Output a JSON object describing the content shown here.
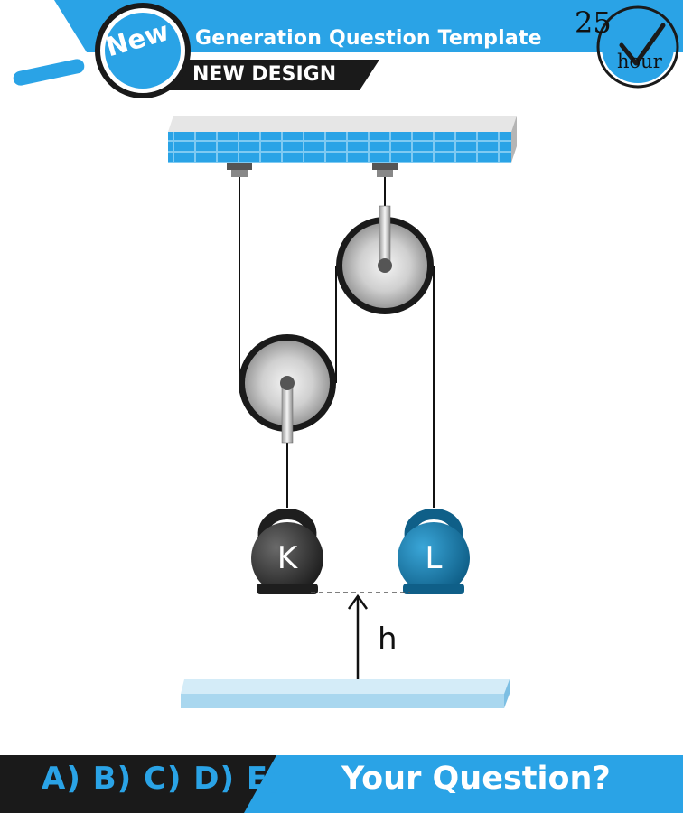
{
  "header": {
    "badge": "New",
    "title": "Generation Question Template",
    "subtitle": "NEW DESIGN",
    "clock_number": "25",
    "clock_unit": "hour"
  },
  "diagram": {
    "weight_left": "K",
    "weight_right": "L",
    "height_label": "h"
  },
  "footer": {
    "answers": "A) B) C) D) E)",
    "question": "Your Question?"
  },
  "colors": {
    "brand_blue": "#2aa3e6",
    "dark": "#1a1a1a",
    "weight_k": "#3a3a3a",
    "weight_l": "#1f7fae",
    "ground": "#a9d7ef"
  }
}
